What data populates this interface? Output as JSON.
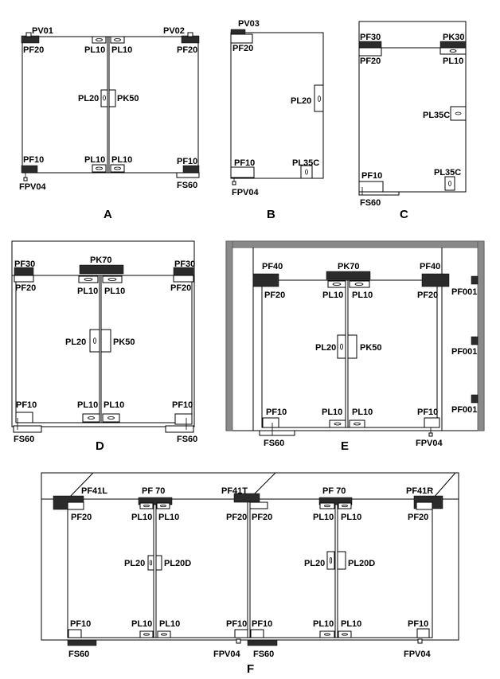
{
  "captions": {
    "a": "A",
    "b": "B",
    "c": "C",
    "d": "D",
    "e": "E",
    "f": "F"
  },
  "diagram_a": {
    "pv01": "PV01",
    "pv02": "PV02",
    "pf20_l": "PF20",
    "pf20_r": "PF20",
    "pl10_tl": "PL10",
    "pl10_tr": "PL10",
    "pl20": "PL20",
    "pk50": "PK50",
    "pf10_l": "PF10",
    "pf10_r": "PF10",
    "pl10_bl": "PL10",
    "pl10_br": "PL10",
    "fpv04": "FPV04",
    "fs60": "FS60"
  },
  "diagram_b": {
    "pv03": "PV03",
    "pf20": "PF20",
    "pl20": "PL20",
    "pf10": "PF10",
    "pl35c": "PL35C",
    "fpv04": "FPV04"
  },
  "diagram_c": {
    "pf30": "PF30",
    "pk30": "PK30",
    "pf20": "PF20",
    "pl10": "PL10",
    "pl35c_mid": "PL35C",
    "pf10": "PF10",
    "pl35c_bot": "PL35C",
    "fs60": "FS60"
  },
  "diagram_d": {
    "pk70": "PK70",
    "pf30_l": "PF30",
    "pf30_r": "PF30",
    "pf20_l": "PF20",
    "pf20_r": "PF20",
    "pl10_tl": "PL10",
    "pl10_tr": "PL10",
    "pl20": "PL20",
    "pk50": "PK50",
    "pf10_l": "PF10",
    "pf10_r": "PF10",
    "pl10_bl": "PL10",
    "pl10_br": "PL10",
    "fs60_l": "FS60",
    "fs60_r": "FS60"
  },
  "diagram_e": {
    "pf40_l": "PF40",
    "pk70": "PK70",
    "pf40_r": "PF40",
    "pf20_l": "PF20",
    "pf20_r": "PF20",
    "pl10_tl": "PL10",
    "pl10_tr": "PL10",
    "pf001_1": "PF001",
    "pf001_2": "PF001",
    "pf001_3": "PF001",
    "pl20": "PL20",
    "pk50": "PK50",
    "pf10_l": "PF10",
    "pf10_r": "PF10",
    "pl10_bl": "PL10",
    "pl10_br": "PL10",
    "fs60": "FS60",
    "fpv04": "FPV04"
  },
  "diagram_f": {
    "pf41l": "PF41L",
    "pf70_1": "PF 70",
    "pf41t": "PF41T",
    "pf70_2": "PF 70",
    "pf41r": "PF41R",
    "pf20_1": "PF20",
    "pl10_1": "PL10",
    "pl10_2": "PL10",
    "pf20_2": "PF20",
    "pf20_3": "PF20",
    "pl10_3": "PL10",
    "pl10_4": "PL10",
    "pf20_4": "PF20",
    "pl20_1": "PL20",
    "pl20d_1": "PL20D",
    "pl20_2": "PL20",
    "pl20d_2": "PL20D",
    "pf10_1": "PF10",
    "pl10_5": "PL10",
    "pl10_6": "PL10",
    "pf10_2": "PF10",
    "pf10_3": "PF10",
    "pl10_7": "PL10",
    "pl10_8": "PL10",
    "pf10_4": "PF10",
    "fs60_1": "FS60",
    "fpv04_1": "FPV04",
    "fs60_2": "FS60",
    "fpv04_2": "FPV04"
  }
}
